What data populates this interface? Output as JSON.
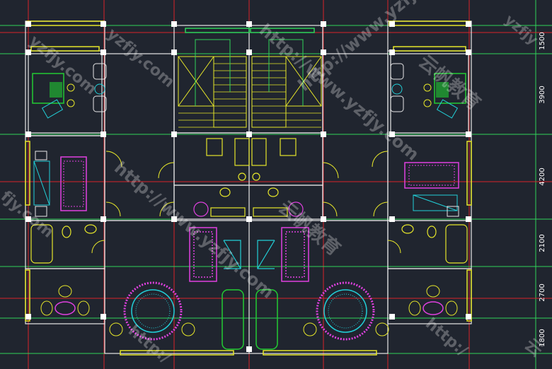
{
  "drawing": {
    "background": "#20252f",
    "colors": {
      "axis_red": "#d9232a",
      "dim_green": "#2fd45a",
      "wall_white": "#e8e8e8",
      "window_yellow": "#e6e62a",
      "furniture_magenta": "#e040e0",
      "furniture_cyan": "#22d0d8",
      "plant_green": "#22cc33"
    }
  },
  "dimensions": [
    {
      "label": "1500"
    },
    {
      "label": "3900"
    },
    {
      "label": "4200"
    },
    {
      "label": "2100"
    },
    {
      "label": "2700"
    },
    {
      "label": "1800"
    }
  ],
  "watermarks": [
    {
      "text": "yzfjy.com"
    },
    {
      "text": "http://www.yzfjy.com"
    },
    {
      "text": "云帆教育"
    },
    {
      "text": "http://www.yzfjy.com"
    },
    {
      "text": "云帆教育"
    },
    {
      "text": "http://www.yzfjy.com"
    },
    {
      "text": "yzfjy"
    },
    {
      "text": "云"
    },
    {
      "text": "yzfjy.com"
    },
    {
      "text": "fjy.com"
    },
    {
      "text": "http:/"
    },
    {
      "text": "http:/"
    }
  ]
}
